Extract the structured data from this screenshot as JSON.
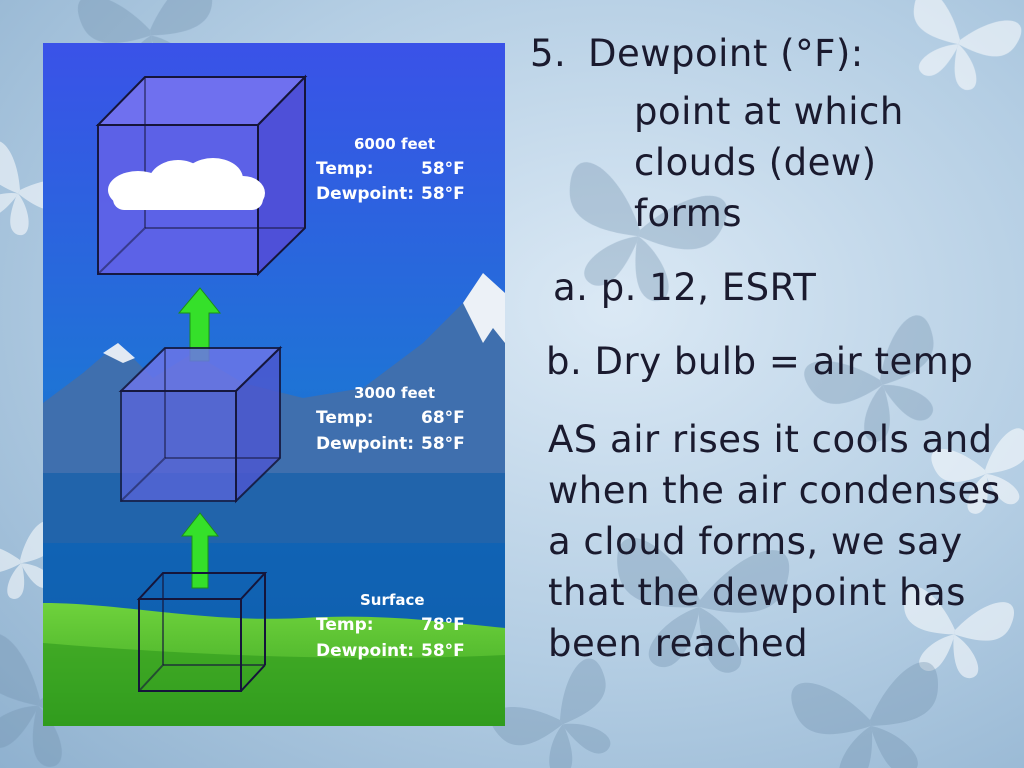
{
  "slide": {
    "heading_number": "5.",
    "heading_text": "Dewpoint (°F):",
    "definition": "point at which clouds (dew) forms",
    "item_a": "a.  p. 12, ESRT",
    "item_b": "b. Dry bulb = air temp",
    "paragraph": "AS air rises it cools and when the air condenses a cloud forms, we say that the dewpoint has been reached"
  },
  "diagram": {
    "levels": [
      {
        "altitude": "6000 feet",
        "temp_label": "Temp:",
        "temp_value": "58°F",
        "dew_label": "Dewpoint:",
        "dew_value": "58°F"
      },
      {
        "altitude": "3000 feet",
        "temp_label": "Temp:",
        "temp_value": "68°F",
        "dew_label": "Dewpoint:",
        "dew_value": "58°F"
      },
      {
        "altitude": "Surface",
        "temp_label": "Temp:",
        "temp_value": "78°F",
        "dew_label": "Dewpoint:",
        "dew_value": "58°F"
      }
    ],
    "colors": {
      "sky_top": "#3b57e6",
      "sky_bottom": "#0f6fc0",
      "grass": "#4fc02c",
      "arrow": "#35e02a",
      "parcel": "#5f62e8"
    }
  }
}
